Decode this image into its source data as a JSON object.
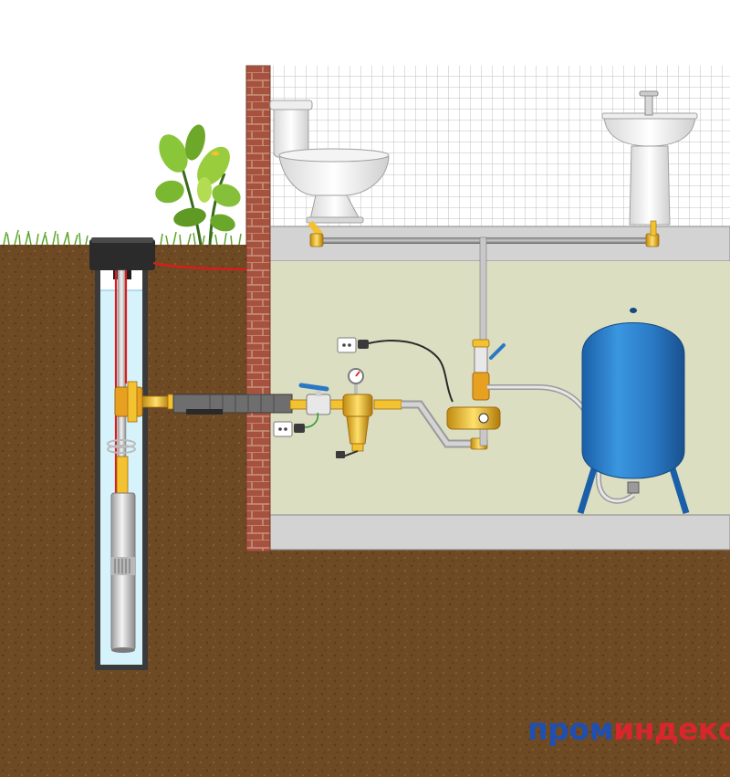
{
  "logo": {
    "part_1": "пром",
    "part_2": "индекс",
    "colors": {
      "part_1": "#1f4fb0",
      "part_2": "#d9262c"
    }
  },
  "scene_elements": [
    "soil",
    "grass",
    "shrub",
    "borehole",
    "well-cap",
    "submersible-pump",
    "brick-wall",
    "tiled-room",
    "toilet",
    "washbasin",
    "floor-slab",
    "basement",
    "pipe-sleeve",
    "ball-valve",
    "pressure-gauge",
    "filter",
    "pressure-switch",
    "electrical-outlet",
    "expansion-tank",
    "power-cable"
  ],
  "colors": {
    "soil": "#6e4a24",
    "basement_wall": "#dcdec2",
    "slab": "#d3d3d3",
    "tank": "#2a78c4",
    "cable": "#e01a1a",
    "brass": "#f2c230",
    "pipe": "#d4d4d4",
    "well_water": "#d6f2fb"
  }
}
